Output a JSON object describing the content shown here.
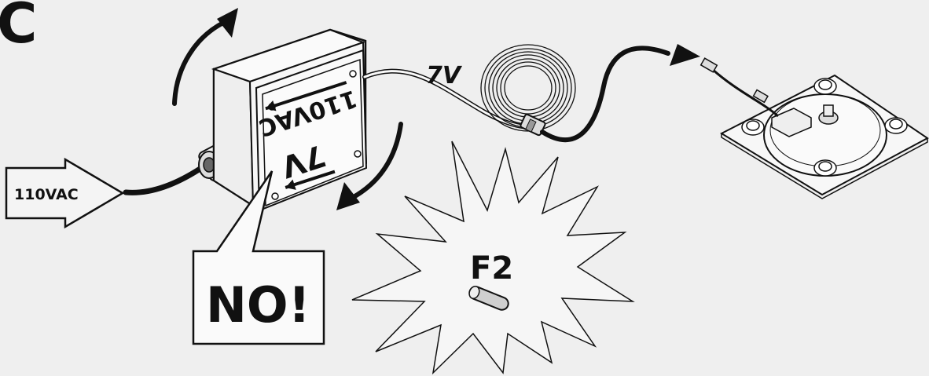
{
  "figure": {
    "panel_letter": "C",
    "input_arrow_label": "110VAC",
    "box_lid_top_label": "110VAC",
    "box_lid_bottom_label": "7V",
    "cable_label": "7V",
    "callout_text": "NO!",
    "fuse_label": "F2"
  },
  "colors": {
    "background": "#efefef",
    "line": "#111111",
    "box_fill": "#f4f4f4",
    "cable_fill": "#e6e6e6"
  }
}
